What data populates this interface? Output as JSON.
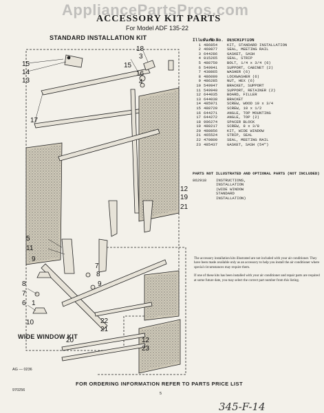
{
  "watermark": "AppliancePartsPros.com",
  "title": "ACCESSORY KIT PARTS",
  "subtitle": "For Model ADF 135-22",
  "labels": {
    "standard_kit": "STANDARD INSTALLATION KIT",
    "wide_kit": "WIDE WINDOW KIT",
    "fig_code": "AG — 0236",
    "doc_code": "970256",
    "page_mark": "5",
    "footer": "FOR ORDERING INFORMATION REFER TO PARTS PRICE LIST",
    "handwritten": "345-F-14"
  },
  "callouts": [
    "18",
    "3",
    "15",
    "14",
    "13",
    "2",
    "16",
    "4",
    "17",
    "12",
    "19",
    "21",
    "5",
    "11",
    "9",
    "7",
    "8",
    "6",
    "1",
    "10",
    "22",
    "21",
    "20",
    "12",
    "23"
  ],
  "parts_header": {
    "illus": "Illus. No.",
    "part": "Part No.",
    "desc": "DESCRIPTION"
  },
  "parts": [
    {
      "n": "1",
      "p": "486854",
      "d": "KIT, STANDARD INSTALLATION"
    },
    {
      "n": "2",
      "p": "469877",
      "d": "SEAL, MEETING RAIL"
    },
    {
      "n": "3",
      "p": "644286",
      "d": "GASKET, SASH"
    },
    {
      "n": "4",
      "p": "815265",
      "d": "SEAL, STRIP"
    },
    {
      "n": "5",
      "p": "488750",
      "d": "BOLT, 1/4 x 3/4 (6)"
    },
    {
      "n": "6",
      "p": "549941",
      "d": "SUPPORT, CABINET (2)"
    },
    {
      "n": "7",
      "p": "438865",
      "d": "WASHER (6)"
    },
    {
      "n": "8",
      "p": "486099",
      "d": "LOCKWASHER (6)"
    },
    {
      "n": "9",
      "p": "486285",
      "d": "NUT, HEX (6)"
    },
    {
      "n": "10",
      "p": "549947",
      "d": "BRACKET, SUPPORT"
    },
    {
      "n": "11",
      "p": "549940",
      "d": "SUPPORT, RETAINER (2)"
    },
    {
      "n": "12",
      "p": "644035",
      "d": "BOARD, FILLER"
    },
    {
      "n": "13",
      "p": "644038",
      "d": "BRACKET"
    },
    {
      "n": "14",
      "p": "485971",
      "d": "SCREW, WOOD 10 x 3/4"
    },
    {
      "n": "15",
      "p": "488720",
      "d": "SCREW, 10 x 1/2"
    },
    {
      "n": "16",
      "p": "644271",
      "d": "ANGLE, TOP MOUNTING"
    },
    {
      "n": "17",
      "p": "644272",
      "d": "ANGLE, TOP (2)"
    },
    {
      "n": "18",
      "p": "996274",
      "d": "SPACER BLOCK"
    },
    {
      "n": "19",
      "p": "488217",
      "d": "SCREW, 8 x 3/8"
    },
    {
      "n": "20",
      "p": "488856",
      "d": "KIT, WIDE WINDOW"
    },
    {
      "n": "21",
      "p": "465524",
      "d": "STRIP, SEAL"
    },
    {
      "n": "22",
      "p": "470800",
      "d": "SEAL, MEETING RAIL"
    },
    {
      "n": "23",
      "p": "485437",
      "d": "GASKET, SASH (54\")"
    }
  ],
  "not_illustrated": {
    "heading": "PARTS NOT ILLUSTRATED AND OPTIONAL PARTS (NOT INCLUDED)",
    "part": "862918",
    "lines": [
      "INSTRUCTIONS,",
      "INSTALLATION",
      "(WIDE WINDOW",
      "STANDARD",
      "INSTALLATION)"
    ]
  },
  "paragraphs": [
    "The accessory installation kits illustrated are not included with your air conditioner. They have been made available only as an accessory to help you install the air conditioner where special circumstances may require them.",
    "If one of these kits has been installed with your air conditioner and repair parts are required at some future date, you may select the correct part number from this listing."
  ]
}
